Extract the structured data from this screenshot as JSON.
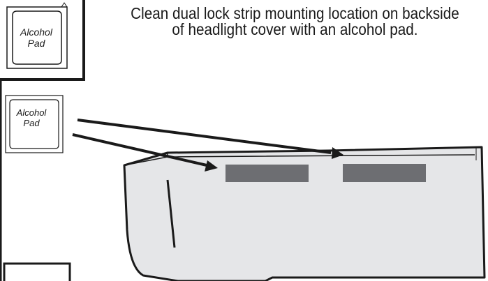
{
  "instruction_text": "Clean dual lock strip mounting location on backside of headlight cover with an alcohol pad.",
  "pad_label_1": "Alcohol Pad",
  "pad_label_2": "Alcohol Pad",
  "colors": {
    "headlight_cover_fill": "#e5e6e8",
    "mounting_strip_fill": "#6d6e72",
    "outline": "#1a1a1a"
  }
}
